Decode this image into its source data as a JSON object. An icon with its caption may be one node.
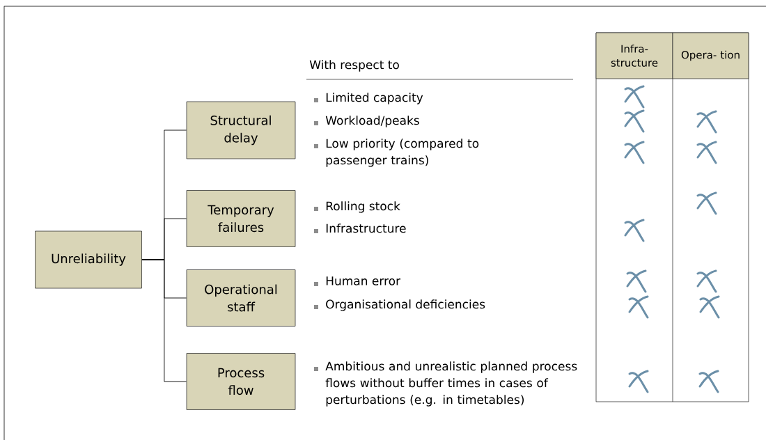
{
  "diagram": {
    "nodes": [
      {
        "text": [
          "Unreliability"
        ]
      },
      {
        "text": [
          "Structural delay"
        ]
      },
      {
        "text": [
          "Temporary failures"
        ]
      },
      {
        "text": [
          "Operational staff"
        ]
      },
      {
        "text": [
          "Process flow"
        ]
      }
    ],
    "edges": [
      {
        "from": 0,
        "to": 1,
        "arrow": "none"
      },
      {
        "from": 0,
        "to": 2,
        "arrow": "none"
      },
      {
        "from": 0,
        "to": 3,
        "arrow": "none"
      },
      {
        "from": 0,
        "to": 4,
        "arrow": "none"
      }
    ],
    "labels": [
      "Infra- structure",
      "Opera- tion",
      "With respect to",
      "Limited capacity",
      "Workload/peaks",
      "Low priority (compared to passenger trains)",
      "Rolling stock",
      "Infrastructure",
      "Human error",
      "Organisational deficiencies",
      "Ambitious and unrealistic planned process flows without buffer times in cases of perturbations (e.g. in timetables)"
    ]
  }
}
